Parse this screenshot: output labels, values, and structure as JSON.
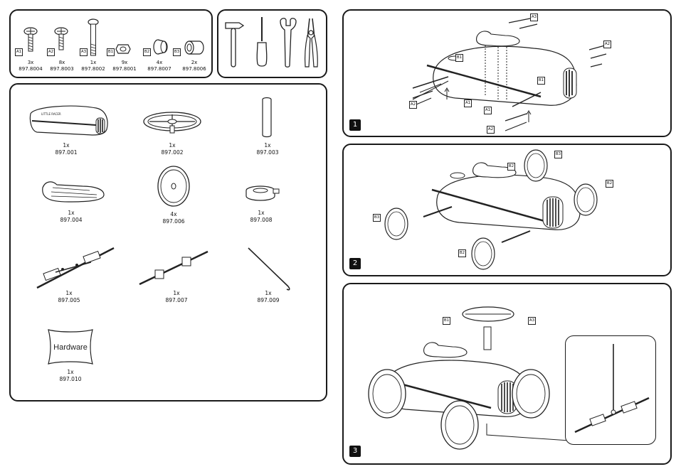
{
  "hardware": [
    {
      "code": "A1",
      "qty": "3x",
      "part": "897.8004"
    },
    {
      "code": "A2",
      "qty": "8x",
      "part": "897.8003"
    },
    {
      "code": "A3",
      "qty": "1x",
      "part": "897.8002"
    },
    {
      "code": "B1",
      "qty": "9x",
      "part": "897.8001"
    },
    {
      "code": "B2",
      "qty": "4x",
      "part": "897.8007"
    },
    {
      "code": "B3",
      "qty": "2x",
      "part": "897.8006"
    }
  ],
  "tools": [
    "hammer-icon",
    "screwdriver-icon",
    "wrench-icon",
    "pliers-icon"
  ],
  "parts": [
    {
      "qty": "1x",
      "part": "897.001"
    },
    {
      "qty": "1x",
      "part": "897.002"
    },
    {
      "qty": "1x",
      "part": "897.003"
    },
    {
      "qty": "1x",
      "part": "897.004"
    },
    {
      "qty": "4x",
      "part": "897.006"
    },
    {
      "qty": "1x",
      "part": "897.008"
    },
    {
      "qty": "1x",
      "part": "897.005"
    },
    {
      "qty": "1x",
      "part": "897.007"
    },
    {
      "qty": "1x",
      "part": "897.009"
    },
    {
      "qty": "1x",
      "part": "897.010"
    }
  ],
  "hardware_bag_label": "Hardware",
  "steps": [
    {
      "number": "1"
    },
    {
      "number": "2"
    },
    {
      "number": "3"
    }
  ],
  "step_callouts": {
    "s1": [
      "A3",
      "A2",
      "B1",
      "B1",
      "A2",
      "A1",
      "A1",
      "A2",
      "A2"
    ],
    "s2": [
      "B3",
      "B2",
      "B2",
      "B3",
      "B2"
    ],
    "s3": [
      "B1",
      "A3"
    ]
  },
  "car_brand": "LITTLE RACER"
}
